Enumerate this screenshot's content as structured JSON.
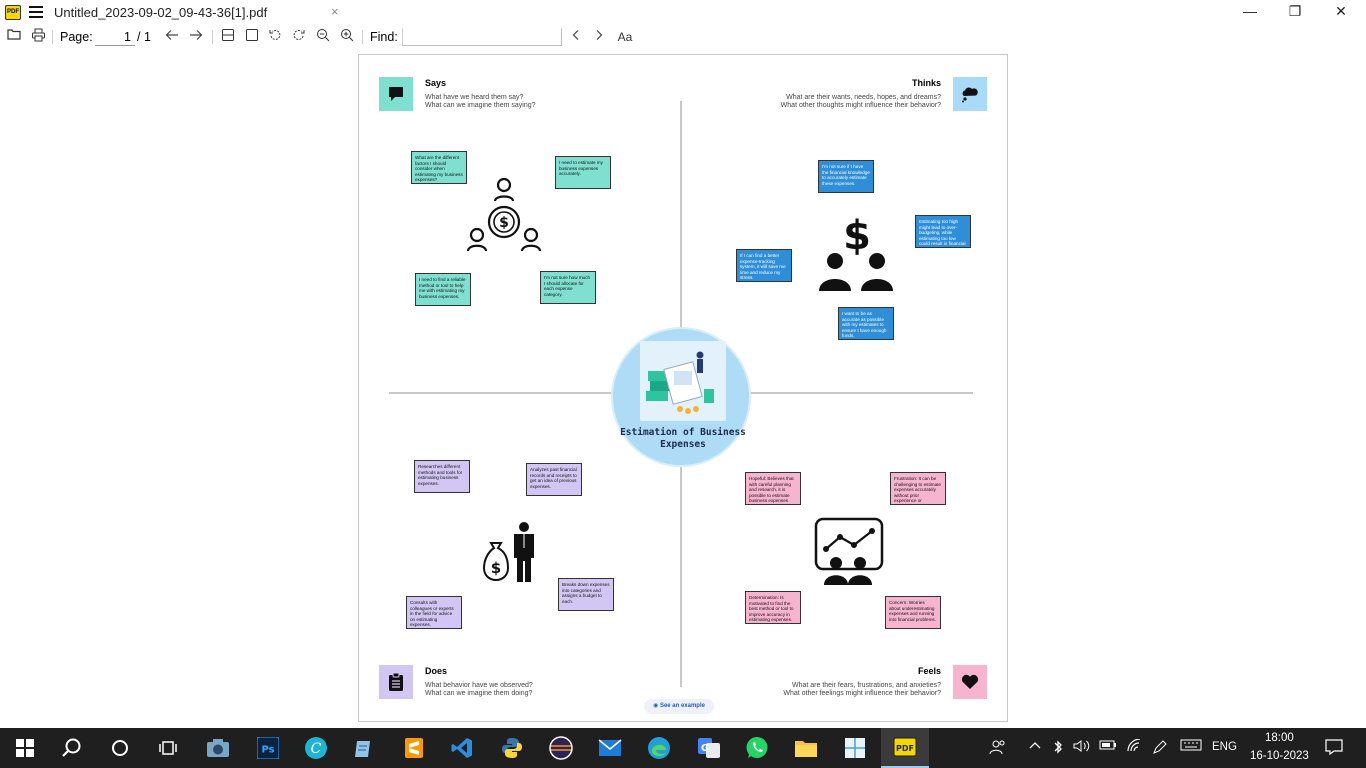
{
  "window": {
    "tab_title": "Untitled_2023-09-02_09-43-36[1].pdf",
    "close_tab_glyph": "×",
    "minimize_glyph": "—",
    "restore_glyph": "❐",
    "close_glyph": "✕",
    "app_logo_text": "PDF"
  },
  "toolbar": {
    "page_label": "Page:",
    "page_value": "1",
    "page_total": "/ 1",
    "find_label": "Find:",
    "font_button": "Aa"
  },
  "empathy_map": {
    "says": {
      "title": "Says",
      "subtitle_1": "What have we heard them say?",
      "subtitle_2": "What can we imagine them saying?",
      "notes": [
        "What are the different factors I should consider when estimating my business expenses?",
        "I need to estimate my business expenses accurately.",
        "I need to find a reliable method or tool to help me with estimating my business expenses.",
        "I'm not sure how much I should allocate for each expense category."
      ]
    },
    "thinks": {
      "title": "Thinks",
      "subtitle_1": "What are their wants, needs, hopes, and dreams?",
      "subtitle_2": "What other thoughts might influence their behavior?",
      "notes": [
        "I'm not sure if I have the financial knowledge to accurately estimate these expenses.",
        "Estimating too high might lead to over-budgeting, while estimating too low could result in financial difficulties.",
        "If I can find a better expense-tracking system, it will save me time and reduce my stress.",
        "I want to be as accurate as possible with my estimates to ensure I have enough funds."
      ]
    },
    "does": {
      "title": "Does",
      "subtitle_1": "What behavior have we observed?",
      "subtitle_2": "What can we imagine them doing?",
      "notes": [
        "Researches different methods and tools for estimating business expenses.",
        "Analyzes past financial records and receipts to get an idea of previous expenses.",
        "Consults with colleagues or experts in the field for advice on estimating expenses.",
        "Breaks down expenses into categories and assigns a budget to each."
      ]
    },
    "feels": {
      "title": "Feels",
      "subtitle_1": "What are their fears, frustrations, and anxieties?",
      "subtitle_2": "What other feelings might influence their behavior?",
      "notes": [
        "Hopeful: Believes that with careful planning and research, it is possible to estimate business expenses effectively.",
        "Frustration: It can be challenging to estimate expenses accurately without prior experience or guidance.",
        "Determination: Is motivated to find the best method or tool to improve accuracy in estimating expenses.",
        "Concern: Worries about underestimating expenses and running into financial problems."
      ]
    },
    "center_label": "Estimation of Business Expenses",
    "see_example": "See an example",
    "colors": {
      "teal": "#7fe0d0",
      "blue": "#2e8fd8",
      "purple": "#d2c7f4",
      "pink": "#f7b4cf",
      "center": "#aedcf6"
    }
  },
  "taskbar": {
    "lang": "ENG",
    "time": "18:00",
    "date": "16-10-2023",
    "icons": [
      "windows-start-icon",
      "search-icon",
      "cortana-icon",
      "task-view-icon",
      "camera-app-icon",
      "photoshop-icon",
      "canva-icon",
      "notepad-icon",
      "sublime-text-icon",
      "vscode-icon",
      "python-icon",
      "eclipse-icon",
      "mail-icon",
      "edge-icon",
      "translate-icon",
      "whatsapp-icon",
      "file-explorer-icon",
      "snipping-icon",
      "pdf-reader-icon"
    ]
  }
}
